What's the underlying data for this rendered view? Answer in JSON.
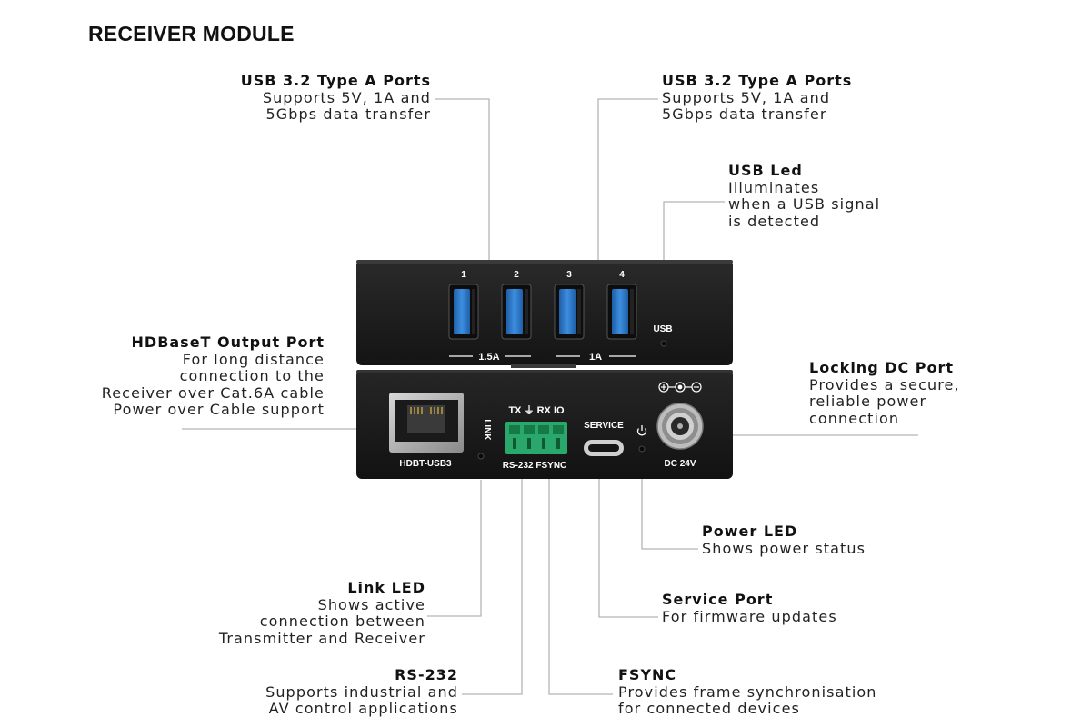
{
  "title": "RECEIVER MODULE",
  "callouts": {
    "usb_left": {
      "heading": "USB 3.2 Type A Ports",
      "lines": [
        "Supports 5V, 1A and",
        "5Gbps data transfer"
      ]
    },
    "usb_right": {
      "heading": "USB 3.2 Type A Ports",
      "lines": [
        "Supports 5V, 1A and",
        "5Gbps data transfer"
      ]
    },
    "usb_led": {
      "heading": "USB Led",
      "lines": [
        "Illuminates",
        "when a USB signal",
        "is detected"
      ]
    },
    "hdbaset": {
      "heading": "HDBaseT Output Port",
      "lines": [
        "For long distance",
        "connection to the",
        "Receiver over Cat.6A cable",
        "Power over Cable support"
      ]
    },
    "dc_port": {
      "heading": "Locking DC Port",
      "lines": [
        "Provides a secure,",
        "reliable power",
        "connection"
      ]
    },
    "power_led": {
      "heading": "Power LED",
      "lines": [
        "Shows power status"
      ]
    },
    "service": {
      "heading": "Service Port",
      "lines": [
        "For firmware updates"
      ]
    },
    "link_led": {
      "heading": "Link LED",
      "lines": [
        "Shows active",
        "connection between",
        "Transmitter and Receiver"
      ]
    },
    "rs232": {
      "heading": "RS-232",
      "lines": [
        "Supports industrial and",
        "AV control applications"
      ]
    },
    "fsync": {
      "heading": "FSYNC",
      "lines": [
        "Provides frame synchronisation",
        "for connected devices"
      ]
    }
  },
  "device": {
    "port_numbers": [
      "1",
      "2",
      "3",
      "4"
    ],
    "usb_label": "USB",
    "current_left": "1.5A",
    "current_right": "1A",
    "hdbt_label": "HDBT-USB3",
    "link_label": "LINK",
    "terminal_top": "TX ⏚ RX IO",
    "terminal_bottom": "RS-232 FSYNC",
    "service_label": "SERVICE",
    "dc_label": "DC 24V",
    "power_icon": "power-icon",
    "polarity_icon": "polarity-icon",
    "colors": {
      "body": "#1c1c1c",
      "usb_blue": "#2d7fd0",
      "terminal_green": "#2aa76a",
      "line": "#b5b5b5"
    }
  }
}
